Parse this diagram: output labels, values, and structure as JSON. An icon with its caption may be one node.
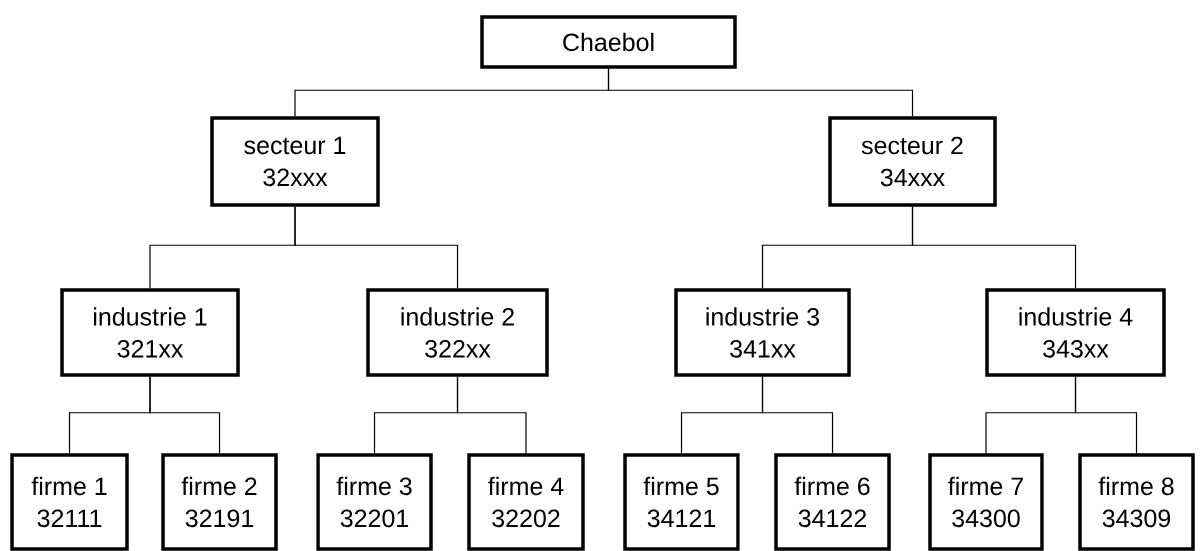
{
  "diagram": {
    "nodes": [
      {
        "text": [
          "Chaebol"
        ]
      },
      {
        "text": [
          "secteur 1",
          "32xxx"
        ]
      },
      {
        "text": [
          "secteur 2",
          "34xxx"
        ]
      },
      {
        "text": [
          "industrie 1",
          "321xx"
        ]
      },
      {
        "text": [
          "industrie 2",
          "322xx"
        ]
      },
      {
        "text": [
          "industrie 3",
          "341xx"
        ]
      },
      {
        "text": [
          "industrie 4",
          "343xx"
        ]
      },
      {
        "text": [
          "firme 1",
          "32111"
        ]
      },
      {
        "text": [
          "firme 2",
          "32191"
        ]
      },
      {
        "text": [
          "firme 3",
          "32201"
        ]
      },
      {
        "text": [
          "firme 4",
          "32202"
        ]
      },
      {
        "text": [
          "firme 5",
          "34121"
        ]
      },
      {
        "text": [
          "firme 6",
          "34122"
        ]
      },
      {
        "text": [
          "firme 7",
          "34300"
        ]
      },
      {
        "text": [
          "firme 8",
          "34309"
        ]
      }
    ],
    "edges": [
      {
        "from": 0,
        "to": 1,
        "arrow": "none"
      },
      {
        "from": 0,
        "to": 2,
        "arrow": "none"
      },
      {
        "from": 1,
        "to": 3,
        "arrow": "none"
      },
      {
        "from": 1,
        "to": 4,
        "arrow": "none"
      },
      {
        "from": 2,
        "to": 5,
        "arrow": "none"
      },
      {
        "from": 2,
        "to": 6,
        "arrow": "none"
      },
      {
        "from": 3,
        "to": 7,
        "arrow": "none"
      },
      {
        "from": 3,
        "to": 8,
        "arrow": "none"
      },
      {
        "from": 4,
        "to": 9,
        "arrow": "none"
      },
      {
        "from": 4,
        "to": 10,
        "arrow": "none"
      },
      {
        "from": 5,
        "to": 11,
        "arrow": "none"
      },
      {
        "from": 5,
        "to": 12,
        "arrow": "none"
      },
      {
        "from": 6,
        "to": 13,
        "arrow": "none"
      },
      {
        "from": 6,
        "to": 14,
        "arrow": "none"
      }
    ]
  }
}
